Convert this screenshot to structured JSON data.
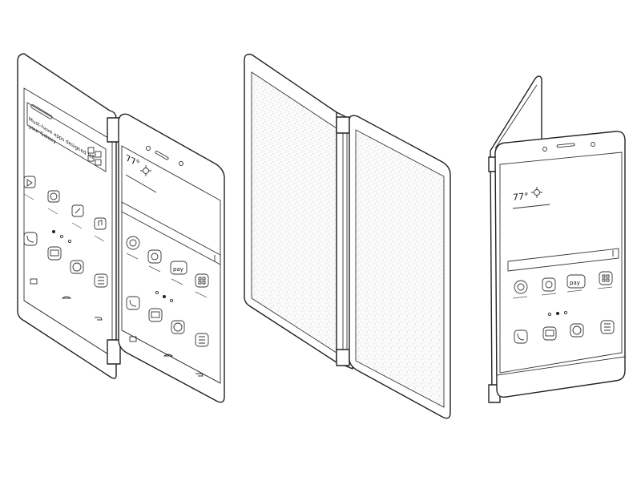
{
  "figure": {
    "phone_a": {
      "banner_text": "Must-have apps designed for your Galaxy",
      "temperature": "77°",
      "pay_label": "pay"
    },
    "phone_c": {
      "temperature": "77°",
      "pay_label": "pay"
    }
  }
}
